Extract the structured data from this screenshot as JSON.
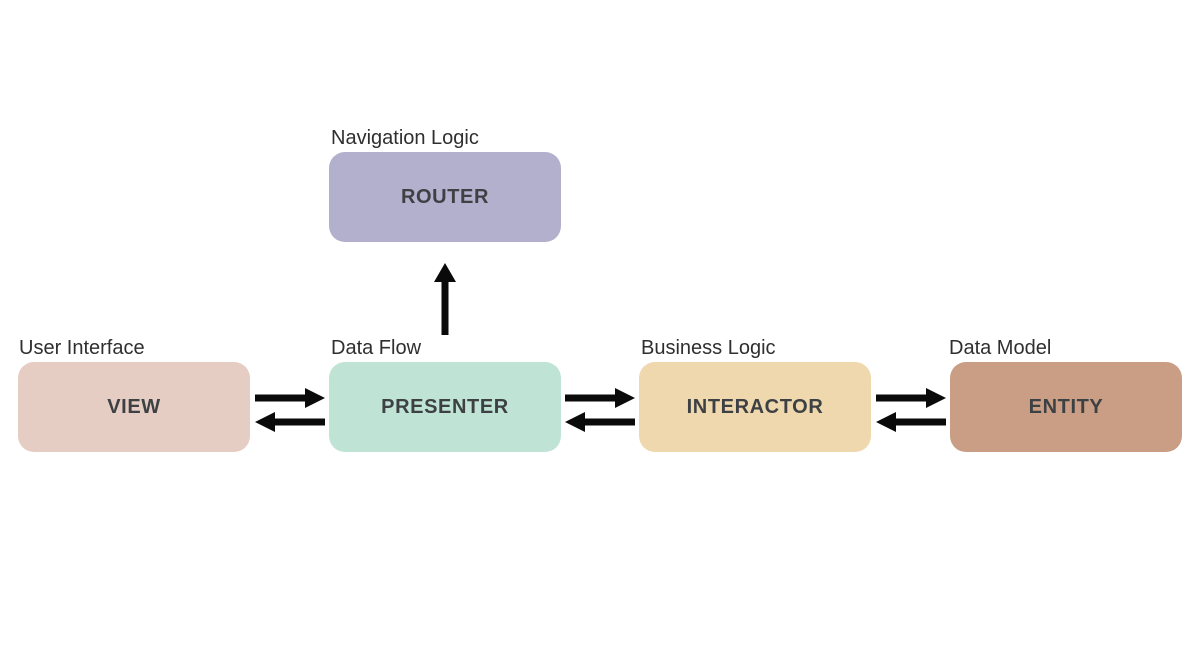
{
  "background": "#ffffff",
  "arrow_color": "#0a0a0a",
  "caption_color": "#2f2f2f",
  "nodes": [
    {
      "id": "router",
      "label": "ROUTER",
      "caption": "Navigation Logic",
      "fill": "#b3b0cd"
    },
    {
      "id": "view",
      "label": "VIEW",
      "caption": "User Interface",
      "fill": "#e6cdc3"
    },
    {
      "id": "presenter",
      "label": "PRESENTER",
      "caption": "Data Flow",
      "fill": "#bfe4d5"
    },
    {
      "id": "interactor",
      "label": "INTERACTOR",
      "caption": "Business Logic",
      "fill": "#f0d8ae"
    },
    {
      "id": "entity",
      "label": "ENTITY",
      "caption": "Data Model",
      "fill": "#c99e85"
    }
  ],
  "edges": [
    {
      "from": "presenter",
      "to": "router",
      "direction": "up",
      "style": "single-arrow"
    },
    {
      "from": "view",
      "to": "presenter",
      "direction": "horizontal",
      "style": "bidirectional-double-arrow"
    },
    {
      "from": "presenter",
      "to": "interactor",
      "direction": "horizontal",
      "style": "bidirectional-double-arrow"
    },
    {
      "from": "interactor",
      "to": "entity",
      "direction": "horizontal",
      "style": "bidirectional-double-arrow"
    }
  ]
}
